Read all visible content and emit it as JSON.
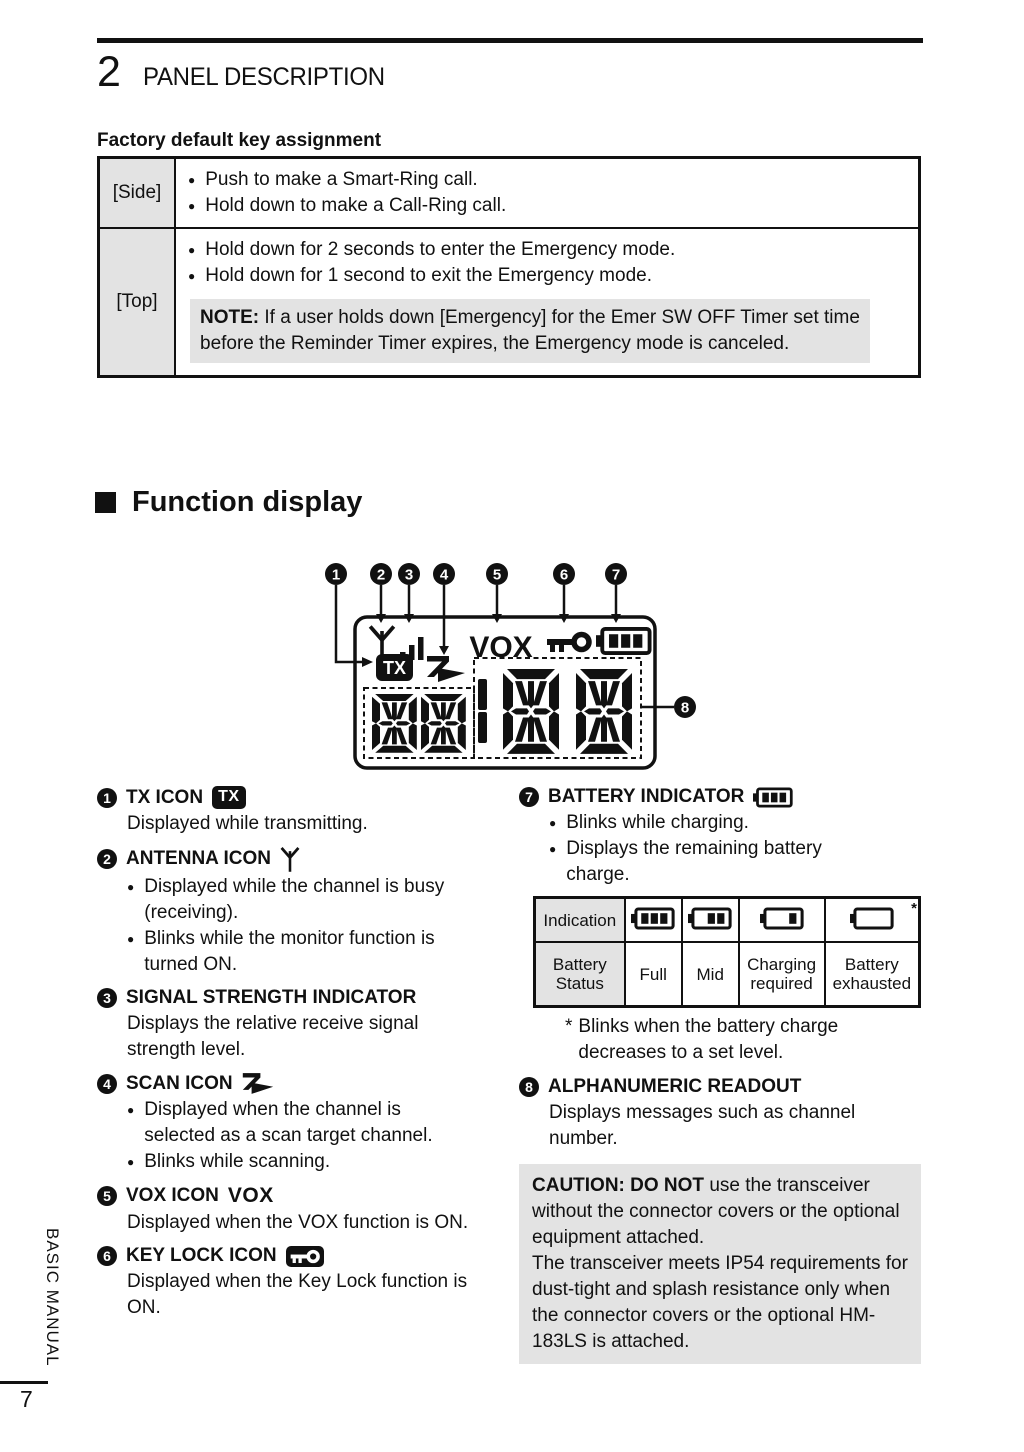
{
  "colors": {
    "ink": "#111111",
    "panel_gray": "#e3e3e3",
    "page_bg": "#ffffff"
  },
  "page": {
    "chapter_number": "2",
    "chapter_title": "PANEL DESCRIPTION",
    "sidebar_label": "BASIC MANUAL",
    "page_number": "7"
  },
  "key_assignment": {
    "heading": "Factory default key assignment",
    "side_key": "[Side]",
    "side_bullets": [
      "Push to make a Smart-Ring call.",
      "Hold down to make a Call-Ring call."
    ],
    "top_key": "[Top]",
    "top_bullets": [
      "Hold down for 2 seconds to enter the Emergency mode.",
      "Hold down for 1 second to exit the Emergency mode."
    ],
    "note_label": "NOTE:",
    "note_text": " If a user holds down [Emergency] for the Emer SW OFF Timer set time before the Reminder Timer expires, the Emergency mode is canceled."
  },
  "function_display": {
    "heading": "Function display",
    "display": {
      "tx_label": "TX",
      "vox_label": "VOX"
    },
    "callout_numbers": [
      "1",
      "2",
      "3",
      "4",
      "5",
      "6",
      "7",
      "8"
    ]
  },
  "items": {
    "tx": {
      "num": "1",
      "title": "TX ICON",
      "badge": "TX",
      "body": "Displayed while transmitting."
    },
    "antenna": {
      "num": "2",
      "title": "ANTENNA ICON",
      "bullets": [
        "Displayed while the channel is busy (receiving).",
        "Blinks while the monitor function is turned ON."
      ]
    },
    "signal": {
      "num": "3",
      "title": "SIGNAL STRENGTH INDICATOR",
      "body": "Displays the relative receive signal strength level."
    },
    "scan": {
      "num": "4",
      "title": "SCAN ICON",
      "bullets": [
        "Displayed when the channel is selected as a scan target channel.",
        "Blinks while scanning."
      ]
    },
    "vox": {
      "num": "5",
      "title": "VOX ICON",
      "glyph": "VOX",
      "body": "Displayed when the VOX function is ON."
    },
    "keylock": {
      "num": "6",
      "title": "KEY LOCK ICON",
      "body": "Displayed when the Key Lock function is ON."
    },
    "battery": {
      "num": "7",
      "title": "BATTERY INDICATOR",
      "bullets": [
        "Blinks while charging.",
        "Displays the remaining battery charge."
      ]
    },
    "alphanumeric": {
      "num": "8",
      "title": "ALPHANUMERIC READOUT",
      "body": "Displays messages such as channel number."
    }
  },
  "battery_table": {
    "indication_header": "Indication",
    "status_header": "Battery Status",
    "statuses": [
      "Full",
      "Mid",
      "Charging required",
      "Battery exhausted"
    ],
    "exhausted_asterisk": "*",
    "footnote_marker": "*",
    "footnote": "Blinks when the battery charge decreases to a set level."
  },
  "caution": {
    "lead_bold": "CAUTION: DO NOT",
    "lead_rest": " use the transceiver without the connector covers or the optional equipment attached.",
    "para2": "The transceiver meets IP54 requirements for dust-tight and splash resistance only when the connector covers or the optional HM-183LS is attached."
  }
}
